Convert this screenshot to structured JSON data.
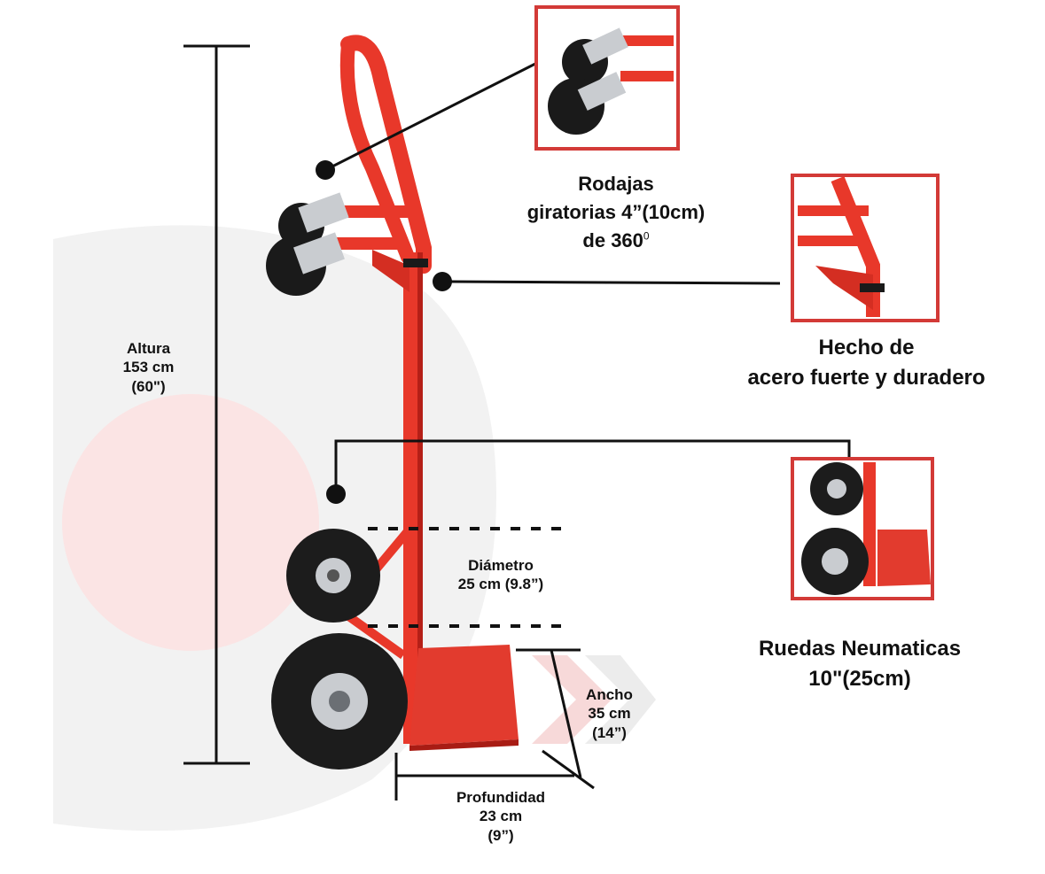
{
  "labels": {
    "height": {
      "line1": "Altura",
      "line2": "153 cm",
      "line3": "(60\")"
    },
    "casters": {
      "line1": "Rodajas",
      "line2": "giratorias 4”(10cm)",
      "line3": "de 360",
      "degree": "0"
    },
    "steel": {
      "line1": "Hecho de",
      "line2": "acero fuerte y duradero"
    },
    "diameter": {
      "line1": "Diámetro",
      "line2": "25 cm (9.8”)"
    },
    "wheels": {
      "line1": "Ruedas Neumaticas",
      "line2": "10\"(25cm)"
    },
    "width": {
      "line1": "Ancho",
      "line2": "35 cm",
      "line3": "(14”)"
    },
    "depth": {
      "line1": "Profundidad",
      "line2": "23 cm",
      "line3": "(9”)"
    }
  },
  "colors": {
    "frame_red": "#e8382a",
    "frame_dark": "#b51f17",
    "inset_border": "#d33a37",
    "wheel_black": "#1a1a1a",
    "hub_silver": "#c9ccd0",
    "bg_swirl_light": "#f1f1f1",
    "bg_swirl_pink": "#fbe4e4"
  },
  "icons": [
    "dimension-line",
    "callout-dot",
    "inset-frame"
  ]
}
